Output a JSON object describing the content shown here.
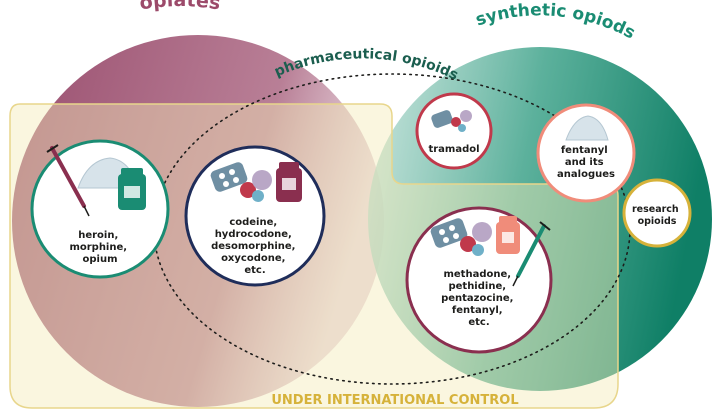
{
  "groups": {
    "opiates": {
      "label": "opiates",
      "color": "#9c4a6a"
    },
    "synthetic": {
      "label": "synthetic opiods",
      "color": "#1a8c73"
    },
    "pharmaceutical": {
      "label": "pharmaceutical opioids",
      "color": "#1b5e4f"
    },
    "control": {
      "label": "UNDER INTERNATIONAL CONTROL",
      "color": "#d6b23a"
    }
  },
  "nodes": {
    "heroin": {
      "lines": [
        "heroin,",
        "morphine,",
        "opium"
      ],
      "border": "#1a8c73"
    },
    "codeine": {
      "lines": [
        "codeine,",
        "hydrocodone,",
        "desomorphine,",
        "oxycodone,",
        "etc."
      ],
      "border": "#1f2d5a"
    },
    "tramadol": {
      "lines": [
        "tramadol"
      ],
      "border": "#c0394b"
    },
    "fentanyl": {
      "lines": [
        "fentanyl",
        "and its",
        "analogues"
      ],
      "border": "#f08c7a"
    },
    "research": {
      "lines": [
        "research",
        "opioids"
      ],
      "border": "#d6b23a"
    },
    "methadone": {
      "lines": [
        "methadone,",
        "pethidine,",
        "pentazocine,",
        "fentanyl,",
        "etc."
      ],
      "border": "#8a2f4f"
    }
  }
}
